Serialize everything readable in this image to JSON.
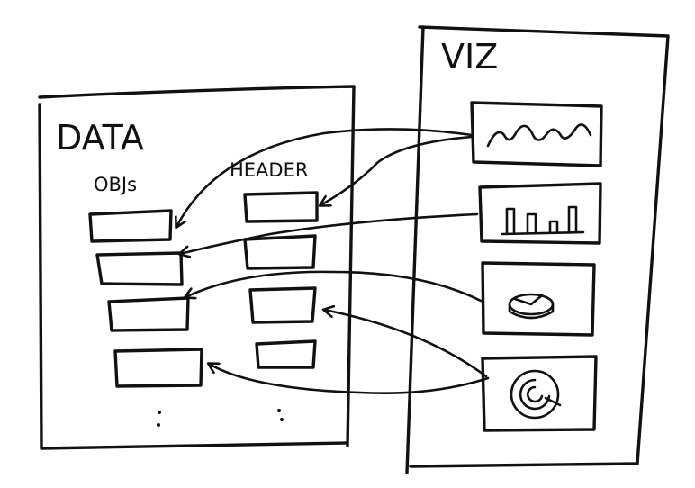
{
  "data_panel": {
    "title": "DATA",
    "objs_label": "OBJs",
    "header_label": "HEADER",
    "objs_count": 4,
    "header_count": 4
  },
  "viz_panel": {
    "title": "VIZ",
    "thumbnails": [
      {
        "icon": "line-chart-icon"
      },
      {
        "icon": "bar-chart-icon"
      },
      {
        "icon": "pie-chart-icon"
      },
      {
        "icon": "radial-chart-icon"
      }
    ]
  },
  "colors": {
    "ink": "#111111",
    "paper": "#ffffff"
  }
}
